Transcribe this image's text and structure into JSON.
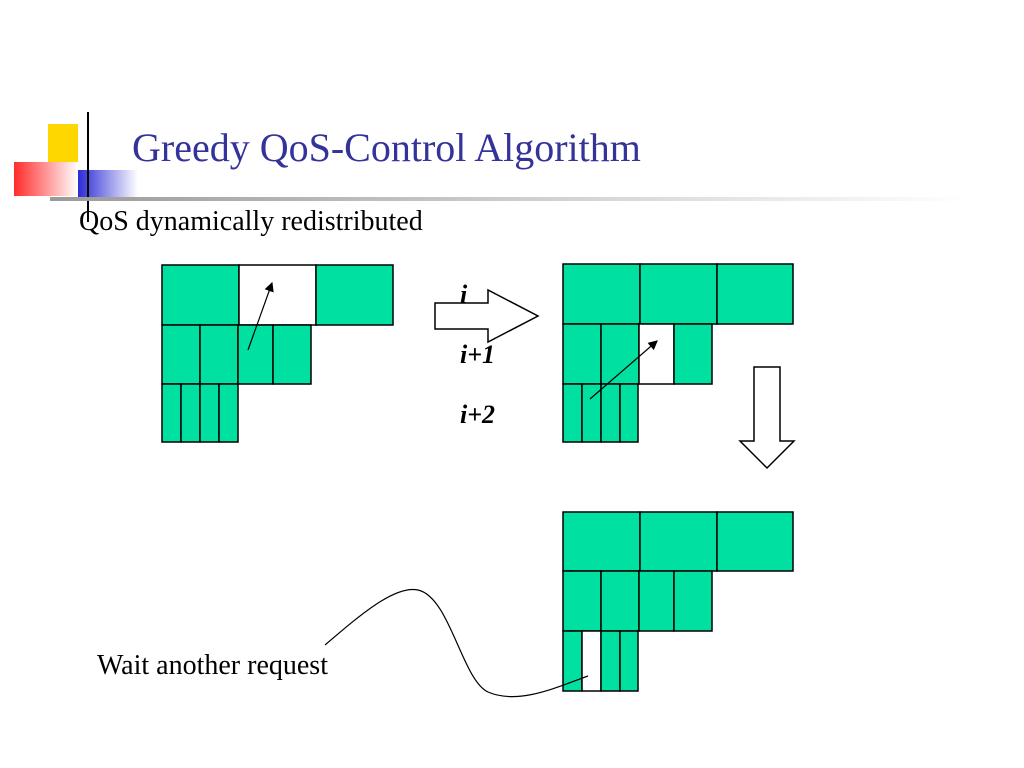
{
  "slide": {
    "title": "Greedy QoS-Control Algorithm",
    "subtitle": "QoS dynamically redistributed",
    "levels": [
      "i",
      "i+1",
      "i+2"
    ],
    "annotation": "Wait another request"
  },
  "colors": {
    "title": "#333399",
    "fill": "#00E0A0",
    "empty": "#FFFFFF",
    "deco_yellow": "#FFD700",
    "deco_blue": "#3333CC",
    "deco_red": "#FF3333"
  }
}
